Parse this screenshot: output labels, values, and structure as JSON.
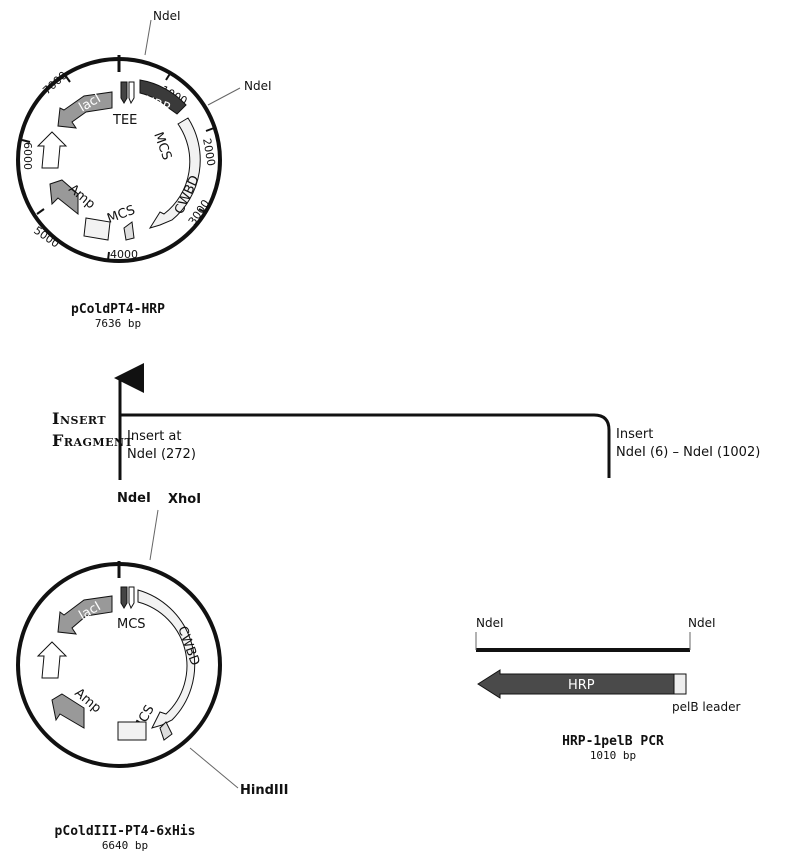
{
  "plasmid_top": {
    "name": "pColdPT4-HRP",
    "size": "7636 bp",
    "sites": [
      "NdeI",
      "NdeI"
    ],
    "ticks": [
      "1000",
      "2000",
      "3000",
      "4000",
      "5000",
      "6000",
      "7000"
    ],
    "features": [
      "HRP",
      "TEE",
      "MCS",
      "CWBD",
      "MCS",
      "Amp",
      "lacI"
    ]
  },
  "plasmid_bottom": {
    "name": "pColdIII-PT4-6xHis",
    "size": "6640 bp",
    "sites": [
      "NdeI",
      "XhoI",
      "HindIII"
    ],
    "features": [
      "MCS",
      "CWBD",
      "MCS",
      "Amp",
      "lacI"
    ]
  },
  "insert": {
    "heading_line1": "Insert",
    "heading_line2": "Fragment",
    "left_note_line1": "Insert at",
    "left_note_line2": "NdeI (272)",
    "right_note_line1": "Insert",
    "right_note_line2": "NdeI (6)  –  NdeI (1002)"
  },
  "pcr": {
    "name": "HRP-1pelB PCR",
    "size": "1010 bp",
    "site_left": "NdeI",
    "site_right": "NdeI",
    "feature": "HRP",
    "leader": "pelB leader"
  }
}
